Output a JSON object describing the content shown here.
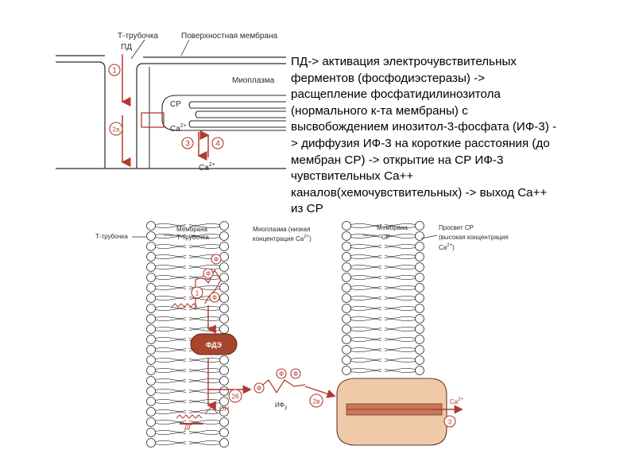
{
  "top_diagram": {
    "t_tubule_label": "Т-трубочка",
    "surface_membrane_label": "Поверхностная мембрана",
    "ap_label": "ПД",
    "myoplasm_label": "Миоплазма",
    "sr_label": "СР",
    "ca_label_1": "Ca",
    "ca_sup_1": "2+",
    "ca_label_2": "Ca",
    "ca_sup_2": "2+",
    "step_1": "1",
    "step_2a": "2а",
    "step_3": "3",
    "step_4": "4"
  },
  "description_lines": [
    "ПД-> активация электрочувствительных",
    "ферментов (фосфодиэстеразы) ->",
    "расщепление фосфатидилинозитола",
    "(нормального к-та мембраны) с",
    "высвобождением инозитол-3-фосфата (ИФ-3) -",
    "> диффузия ИФ-3 на короткие расстояния (до",
    "мембран СР) -> открытие на СР ИФ-3",
    "чувствительных Ca++",
    "каналов(хемочувствительных) -> выход Ca++",
    "из СР"
  ],
  "bottom_diagram": {
    "t_tubule_label": "Т-трубочка",
    "membrane_t_label_1": "Мембрана",
    "membrane_t_label_2": "Т-трубочка",
    "myoplasm_label_1": "Миоплазма (низкая",
    "myoplasm_label_2": "концентрация Ca",
    "myoplasm_sup": "2+",
    "myoplasm_close": ")",
    "membrane_sr_label_1": "Мембрана",
    "membrane_sr_label_2": "СР",
    "sr_lumen_label_1": "Просвет СР",
    "sr_lumen_label_2": "(высокая концентрация",
    "sr_lumen_label_3": "Ca",
    "sr_lumen_sup": "2+",
    "sr_lumen_close": ")",
    "pde_label": "ФДЭ",
    "phosphate_label": "Ф",
    "ip3_label": "ИФ",
    "ip3_sub": "3",
    "oh_label": "ОН",
    "dg_label": "ДГ",
    "ca_label": "Ca",
    "ca_sup": "2+",
    "step_1": "1",
    "step_2b": "2б",
    "step_2v": "2в",
    "step_3": "3"
  },
  "colors": {
    "accent_red": "#b03a2e",
    "line_dark": "#2a2a2a",
    "channel_fill": "#f0c9a8",
    "pde_fill": "#a8452d"
  }
}
